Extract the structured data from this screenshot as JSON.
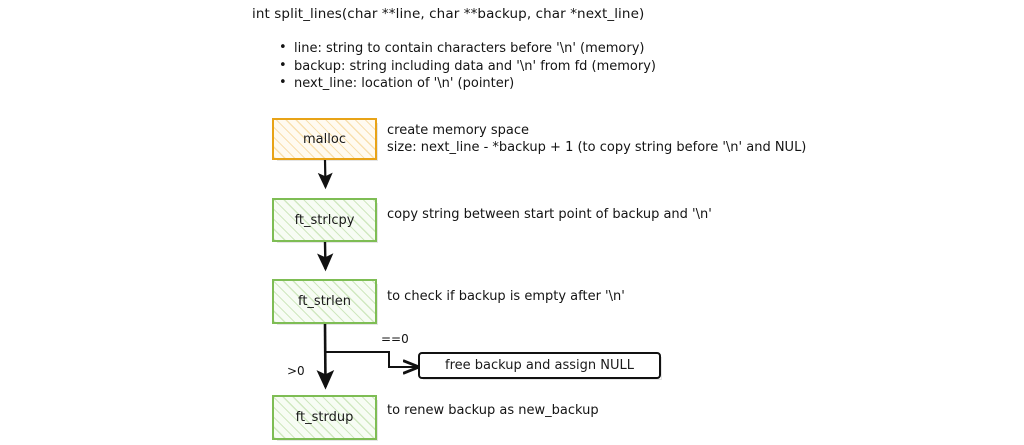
{
  "page": {
    "background_color": "#ffffff",
    "title_signature": "int split_lines(char **line, char **backup, char *next_line)"
  },
  "params": [
    {
      "label": "line: string to contain characters before '\\n' (memory)"
    },
    {
      "label": "backup: string including data and '\\n' from fd (memory)"
    },
    {
      "label": "next_line: location of '\\n' (pointer)"
    }
  ],
  "colors": {
    "orange_stroke": "#e8a317",
    "green_stroke": "#7ebd54",
    "black_stroke": "#111111",
    "text": "#141414"
  },
  "flow": {
    "nodes": [
      {
        "id": "malloc",
        "label": "malloc",
        "style": "orange"
      },
      {
        "id": "ft_strlcpy",
        "label": "ft_strlcpy",
        "style": "green"
      },
      {
        "id": "ft_strlen",
        "label": "ft_strlen",
        "style": "green"
      },
      {
        "id": "free_backup",
        "label": "free backup and assign NULL",
        "style": "plain"
      },
      {
        "id": "ft_strdup",
        "label": "ft_strdup",
        "style": "green"
      }
    ],
    "descriptions": [
      {
        "for": "malloc",
        "line1": "create memory space",
        "line2": "size: next_line - *backup + 1 (to copy string before '\\n' and NUL)"
      },
      {
        "for": "ft_strlcpy",
        "line1": "copy string between start point of backup and '\\n'"
      },
      {
        "for": "ft_strlen",
        "line1": "to check if backup is empty after '\\n'"
      },
      {
        "for": "ft_strdup",
        "line1": "to renew backup as new_backup"
      }
    ],
    "edge_labels": [
      {
        "id": "eq-zero",
        "label": "==0"
      },
      {
        "id": "greater-zero",
        "label": ">0"
      }
    ]
  }
}
